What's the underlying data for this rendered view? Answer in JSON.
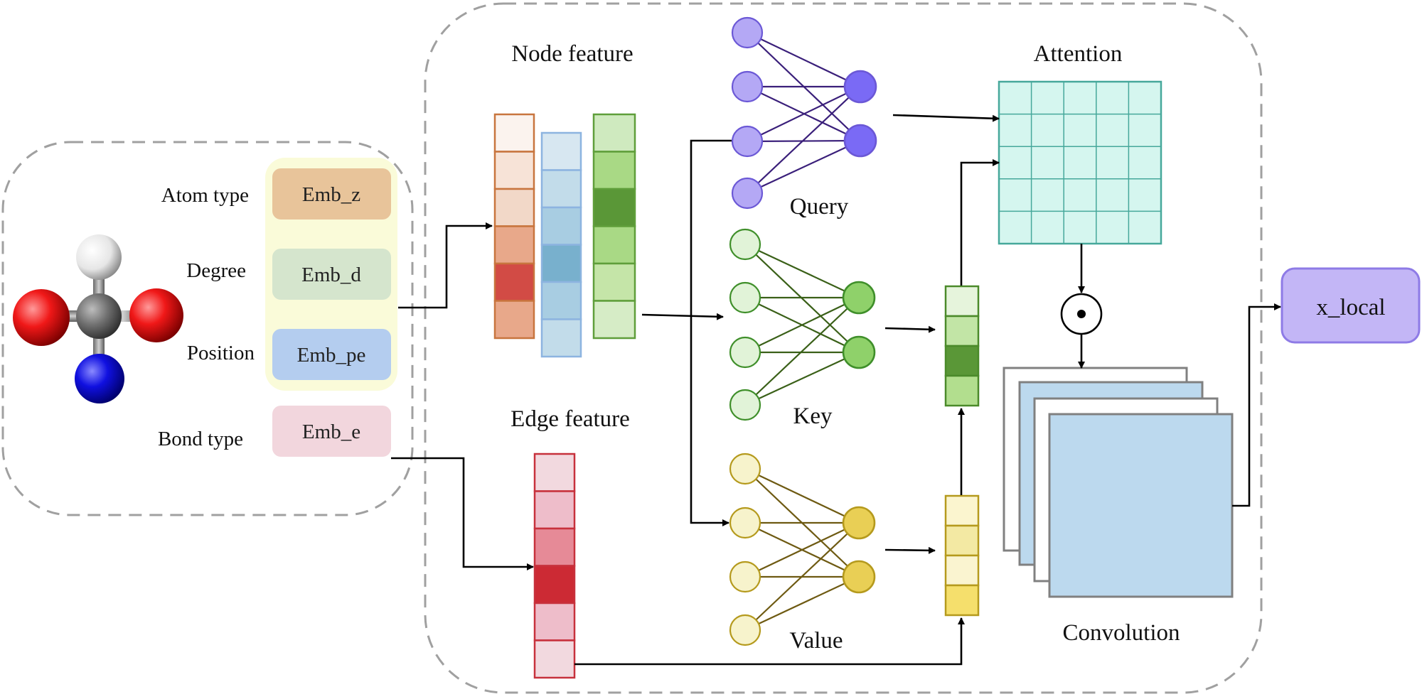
{
  "labels": {
    "atom_type": "Atom type",
    "degree": "Degree",
    "position": "Position",
    "bond_type": "Bond type",
    "node_feature": "Node feature",
    "edge_feature": "Edge feature",
    "query": "Query",
    "key": "Key",
    "value": "Value",
    "attention": "Attention",
    "convolution": "Convolution",
    "output": "x_local",
    "hadamard": "⊙"
  },
  "embeddings": {
    "z": "Emb_z",
    "d": "Emb_d",
    "pe": "Emb_pe",
    "e": "Emb_e"
  },
  "colors": {
    "emb_z": "#e8c49a",
    "emb_d": "#d5e5cd",
    "emb_pe": "#b4cdef",
    "emb_e": "#f2d6dd",
    "emb_group": "#fafbd9",
    "node_col1": [
      "#fbf3ee",
      "#f7e3d7",
      "#f2d8c8",
      "#e8a88a",
      "#d24b45",
      "#e8a88a"
    ],
    "node_col2": [
      "#d7e7f1",
      "#c2dcea",
      "#a8cde2",
      "#78b0cd",
      "#a8cde2",
      "#c2dcea"
    ],
    "node_col3": [
      "#cfeabf",
      "#a9d985",
      "#5a9737",
      "#a9d985",
      "#c5e5a8",
      "#d6ecc6"
    ],
    "edge_col": [
      "#f2d9df",
      "#eebdca",
      "#e68a97",
      "#cc2a34",
      "#eebdca",
      "#f2d9df"
    ],
    "query_in": "#b4a8f5",
    "query_out": "#7a6af5",
    "query_line": "#3a1f7a",
    "key_in": "#e1f3d8",
    "key_out": "#8fd16a",
    "key_line": "#3a6018",
    "value_in": "#f7f3cc",
    "value_out": "#e9cf55",
    "value_line": "#6e5a12",
    "kv_green": [
      "#e6f4dc",
      "#c2e5a6",
      "#5a9737",
      "#b2de8e"
    ],
    "kv_yellow": [
      "#fbf5cf",
      "#f3e9a3",
      "#faf4d0",
      "#f5df6c"
    ],
    "attention_fill": "#d5f6ef",
    "attention_stroke": "#46a89b",
    "conv_fill": "#bcd9ee",
    "output_fill": "#c3b6f6",
    "output_stroke": "#8e7be6"
  }
}
